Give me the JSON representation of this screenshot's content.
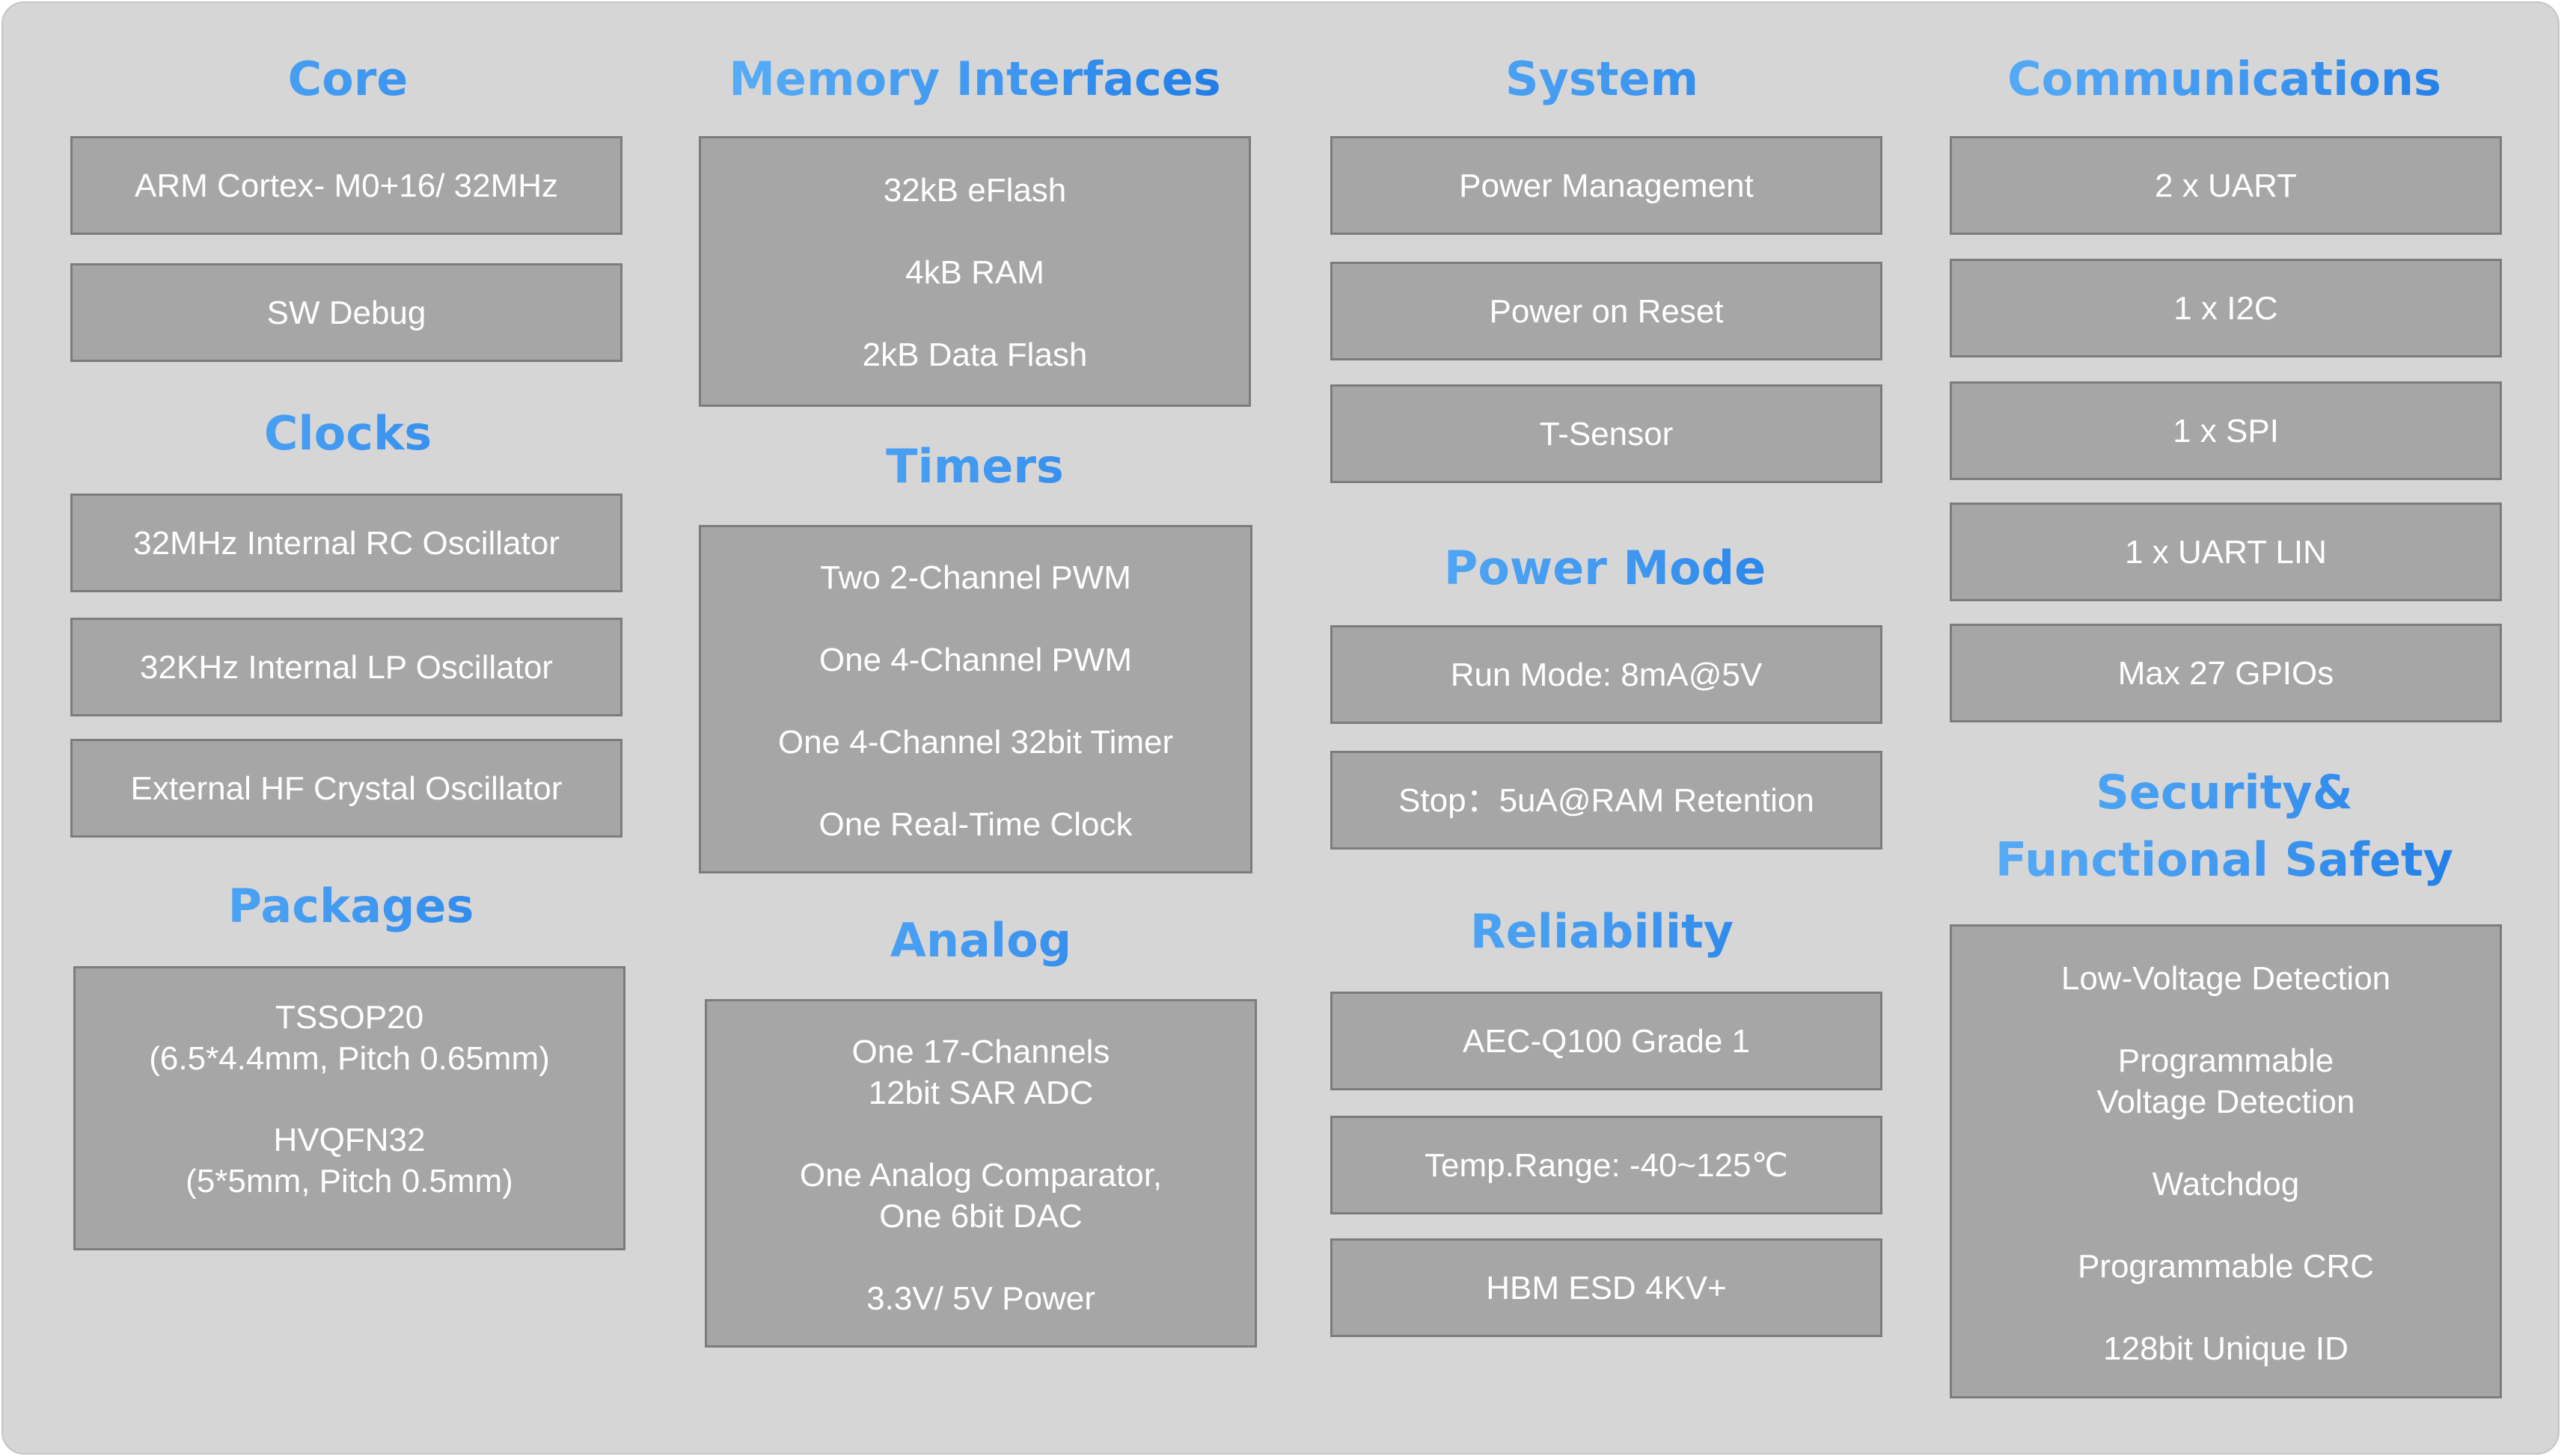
{
  "core": {
    "title": "Core",
    "items": [
      "ARM Cortex- M0+16/ 32MHz",
      "SW Debug"
    ]
  },
  "clocks": {
    "title": "Clocks",
    "items": [
      "32MHz Internal RC Oscillator",
      "32KHz Internal LP Oscillator",
      "External HF Crystal Oscillator"
    ]
  },
  "packages": {
    "title": "Packages",
    "lines": [
      "TSSOP20",
      "(6.5*4.4mm, Pitch 0.65mm)",
      "HVQFN32",
      "(5*5mm, Pitch 0.5mm)"
    ]
  },
  "memory": {
    "title": "Memory Interfaces",
    "lines": [
      "32kB eFlash",
      "4kB RAM",
      "2kB Data Flash"
    ]
  },
  "timers": {
    "title": "Timers",
    "lines": [
      "Two 2-Channel PWM",
      "One 4-Channel PWM",
      "One 4-Channel 32bit Timer",
      "One Real-Time Clock"
    ]
  },
  "analog": {
    "title": "Analog",
    "lines": [
      "One 17-Channels",
      "12bit SAR ADC",
      "One Analog Comparator,",
      "One 6bit DAC",
      "3.3V/ 5V Power"
    ]
  },
  "system": {
    "title": "System",
    "items": [
      "Power Management",
      "Power on Reset",
      "T-Sensor"
    ]
  },
  "power_mode": {
    "title": "Power Mode",
    "items": [
      "Run Mode: 8mA@5V",
      "Stop：5uA@RAM Retention"
    ]
  },
  "reliability": {
    "title": "Reliability",
    "items": [
      "AEC-Q100 Grade 1",
      "Temp.Range: -40~125℃",
      "HBM ESD 4KV+"
    ]
  },
  "communications": {
    "title": "Communications",
    "items": [
      "2 x UART",
      "1 x I2C",
      "1 x SPI",
      "1 x UART LIN",
      "Max 27 GPIOs"
    ]
  },
  "security": {
    "title_line1": "Security&",
    "title_line2": "Functional Safety",
    "lines": [
      "Low-Voltage Detection",
      "Programmable",
      "Voltage Detection",
      "Watchdog",
      "Programmable CRC",
      "128bit Unique ID"
    ]
  },
  "colors": {
    "panel_background": "#d6d6d6",
    "box_fill": "#a6a6a6",
    "box_border": "#7c7c7c",
    "heading_blue": "#3a96f2",
    "box_text": "#ffffff"
  }
}
